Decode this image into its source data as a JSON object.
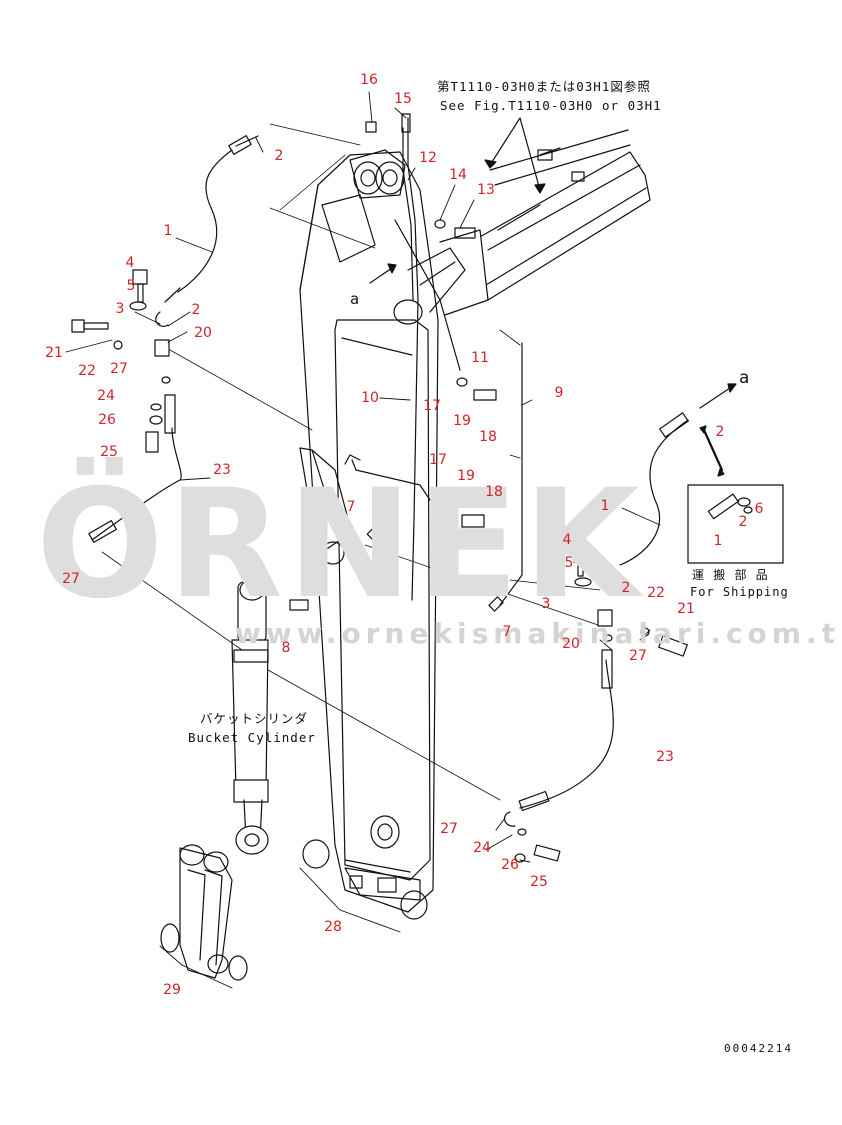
{
  "reference_note": {
    "jp": "第T1110-03H0または03H1図参照",
    "en": "See Fig.T1110-03H0 or 03H1"
  },
  "shipping_label": {
    "jp": "運 搬 部 品",
    "en": "For Shipping"
  },
  "bucket_cylinder_label": {
    "jp": "バケットシリンダ",
    "en": "Bucket Cylinder"
  },
  "view_marker": "a",
  "watermark": {
    "logo": "ÖRNEK",
    "url": "www.ornekismakinalari.com.tr"
  },
  "document_number": "00042214",
  "callouts": [
    {
      "id": "c16a",
      "text": "16"
    },
    {
      "id": "c15a",
      "text": "15"
    },
    {
      "id": "c12a",
      "text": "12"
    },
    {
      "id": "c14a",
      "text": "14"
    },
    {
      "id": "c13a",
      "text": "13"
    },
    {
      "id": "c2a",
      "text": "2"
    },
    {
      "id": "c1a",
      "text": "1"
    },
    {
      "id": "c4a",
      "text": "4"
    },
    {
      "id": "c5a",
      "text": "5"
    },
    {
      "id": "c3a",
      "text": "3"
    },
    {
      "id": "c2b",
      "text": "2"
    },
    {
      "id": "c20a",
      "text": "20"
    },
    {
      "id": "c21a",
      "text": "21"
    },
    {
      "id": "c22a",
      "text": "22"
    },
    {
      "id": "c27a",
      "text": "27"
    },
    {
      "id": "c24a",
      "text": "24"
    },
    {
      "id": "c26a",
      "text": "26"
    },
    {
      "id": "c25a",
      "text": "25"
    },
    {
      "id": "c23a",
      "text": "23"
    },
    {
      "id": "c27b",
      "text": "27"
    },
    {
      "id": "c11a",
      "text": "11"
    },
    {
      "id": "c9a",
      "text": "9"
    },
    {
      "id": "c10a",
      "text": "10"
    },
    {
      "id": "c17a",
      "text": "17"
    },
    {
      "id": "c19a",
      "text": "19"
    },
    {
      "id": "c18a",
      "text": "18"
    },
    {
      "id": "c17b",
      "text": "17"
    },
    {
      "id": "c19b",
      "text": "19"
    },
    {
      "id": "c18b",
      "text": "18"
    },
    {
      "id": "c7a",
      "text": "7"
    },
    {
      "id": "c8a",
      "text": "8"
    },
    {
      "id": "c7b",
      "text": "7"
    },
    {
      "id": "c2c",
      "text": "2"
    },
    {
      "id": "c1b",
      "text": "1"
    },
    {
      "id": "c6a",
      "text": "6"
    },
    {
      "id": "c1c",
      "text": "1"
    },
    {
      "id": "c2d",
      "text": "2"
    },
    {
      "id": "c4b",
      "text": "4"
    },
    {
      "id": "c5b",
      "text": "5"
    },
    {
      "id": "c2e",
      "text": "2"
    },
    {
      "id": "c3b",
      "text": "3"
    },
    {
      "id": "c22b",
      "text": "22"
    },
    {
      "id": "c21b",
      "text": "21"
    },
    {
      "id": "c20b",
      "text": "20"
    },
    {
      "id": "c27c",
      "text": "27"
    },
    {
      "id": "c23b",
      "text": "23"
    },
    {
      "id": "c27d",
      "text": "27"
    },
    {
      "id": "c24b",
      "text": "24"
    },
    {
      "id": "c26b",
      "text": "26"
    },
    {
      "id": "c25b",
      "text": "25"
    },
    {
      "id": "c28a",
      "text": "28"
    },
    {
      "id": "c29a",
      "text": "29"
    }
  ]
}
